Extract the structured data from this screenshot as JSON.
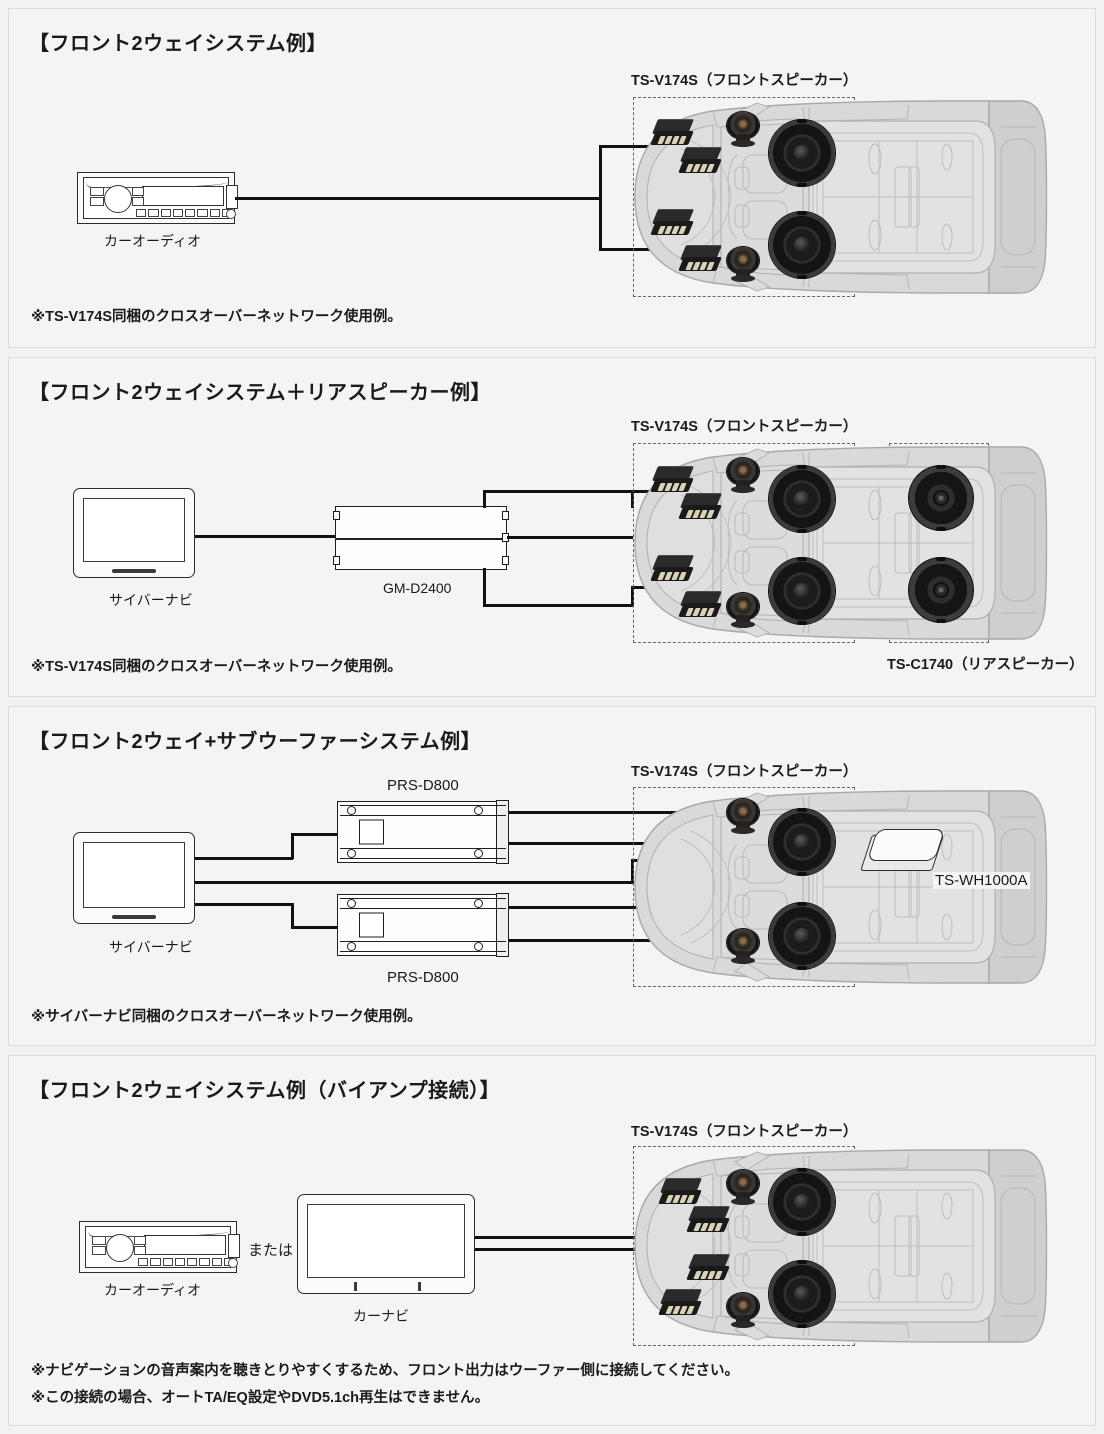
{
  "panels": [
    {
      "id": "front-2way",
      "title": "【フロント2ウェイシステム例】",
      "source_label": "カーオーディオ",
      "speaker_group_label": "TS-V174S（フロントスピーカー）",
      "note": "※TS-V174S同梱のクロスオーバーネットワーク使用例。"
    },
    {
      "id": "front-2way-plus-rear",
      "title": "【フロント2ウェイシステム＋リアスピーカー例】",
      "source_label": "サイバーナビ",
      "amp_label": "GM-D2400",
      "speaker_group_label": "TS-V174S（フロントスピーカー）",
      "rear_group_label": "TS-C1740（リアスピーカー）",
      "note": "※TS-V174S同梱のクロスオーバーネットワーク使用例。"
    },
    {
      "id": "front-2way-plus-subwoofer",
      "title": "【フロント2ウェイ+サブウーファーシステム例】",
      "source_label": "サイバーナビ",
      "amp_label_top": "PRS-D800",
      "amp_label_bottom": "PRS-D800",
      "speaker_group_label": "TS-V174S（フロントスピーカー）",
      "subwoofer_label": "TS-WH1000A",
      "note": "※サイバーナビ同梱のクロスオーバーネットワーク使用例。"
    },
    {
      "id": "front-2way-biamp",
      "title": "【フロント2ウェイシステム例（バイアンプ接続）】",
      "source_label": "カーオーディオ",
      "or_label": "または",
      "navi_label": "カーナビ",
      "speaker_group_label": "TS-V174S（フロントスピーカー）",
      "note_1": "※ナビゲーションの音声案内を聴きとりやすくするため、フロント出力はウーファー側に接続してください。",
      "note_2": "※この接続の場合、オートTA/EQ設定やDVD5.1ch再生はできません。"
    }
  ],
  "icons": {
    "head_unit": "car-audio-head-unit-icon",
    "navi": "navigation-monitor-icon",
    "amp_gm": "amplifier-gm-icon",
    "amp_prs": "amplifier-prs-icon",
    "woofer": "woofer-speaker-icon",
    "tweeter": "tweeter-speaker-icon",
    "coax": "coaxial-speaker-icon",
    "crossover": "crossover-network-icon",
    "subwoofer": "subwoofer-unit-icon",
    "car": "car-top-view-icon"
  },
  "colors": {
    "page_background": "#f2f2f2",
    "panel_background": "#f4f4f4",
    "panel_border": "#dcdcdc",
    "wire": "#111111",
    "dashed_box": "#666666",
    "car_body": "#d6d6d6",
    "text": "#1a1a1a"
  }
}
